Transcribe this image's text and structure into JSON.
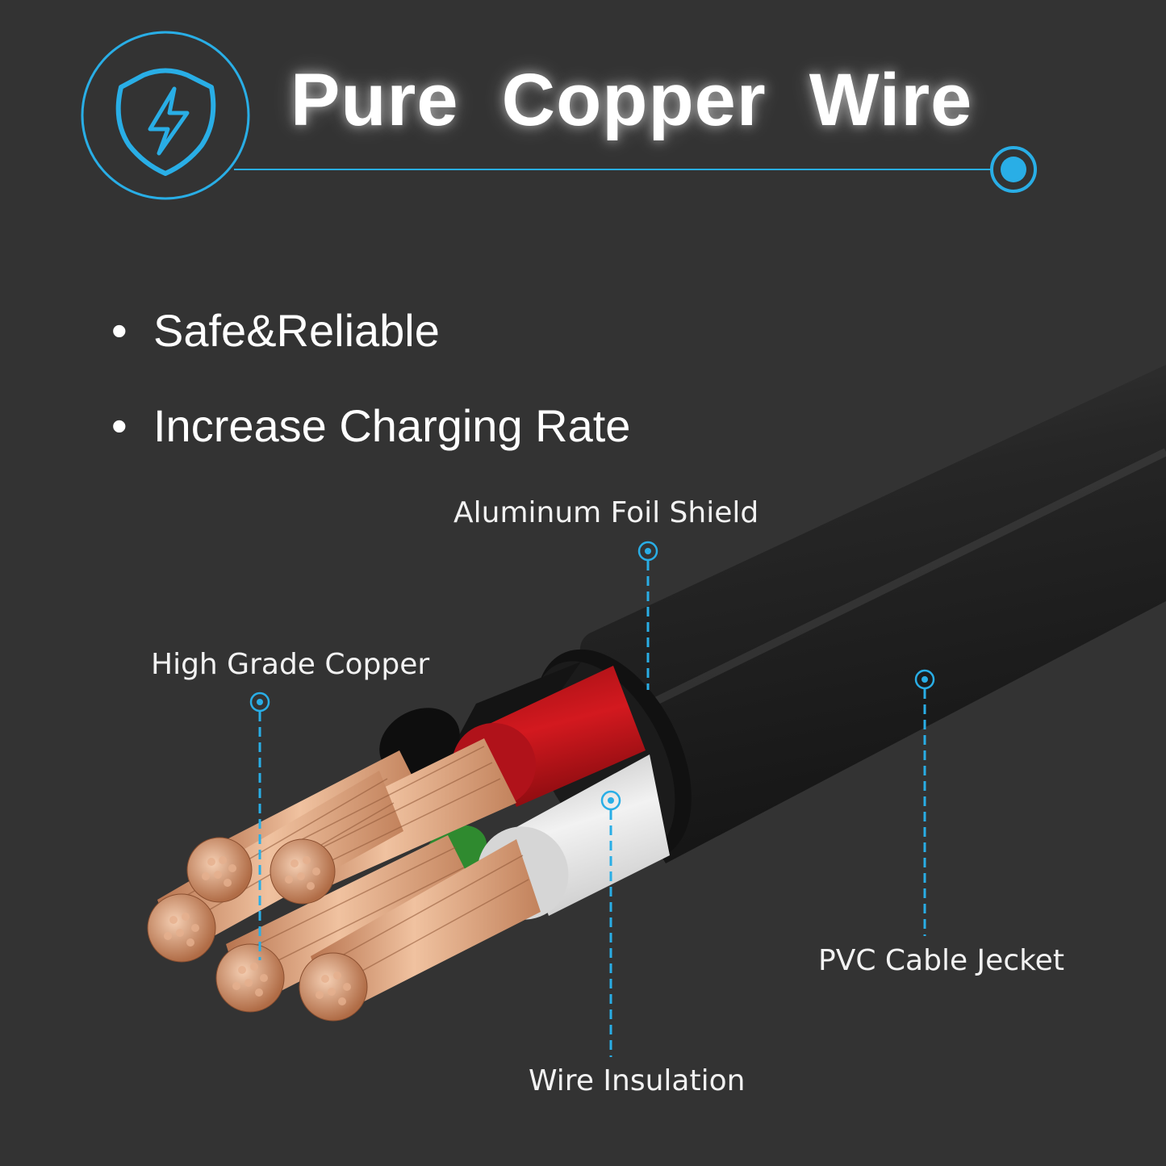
{
  "header": {
    "title": "Pure  Copper  Wire",
    "icon": "shield-lightning-icon",
    "accent_color": "#29aee6"
  },
  "features": [
    {
      "bullet": "•",
      "text": "Safe&Reliable"
    },
    {
      "bullet": "•",
      "text": "Increase Charging Rate"
    }
  ],
  "callouts": {
    "foil_shield": "Aluminum Foil Shield",
    "copper": "High Grade Copper",
    "jacket": "PVC Cable Jecket",
    "insulation": "Wire Insulation"
  },
  "colors": {
    "background": "#333333",
    "jacket": "#1e1e1e",
    "insulation_red": "#c8161d",
    "insulation_white": "#e6e6e6",
    "insulation_black": "#151515",
    "insulation_green": "#2f8a2f",
    "copper": "#d89a72"
  }
}
